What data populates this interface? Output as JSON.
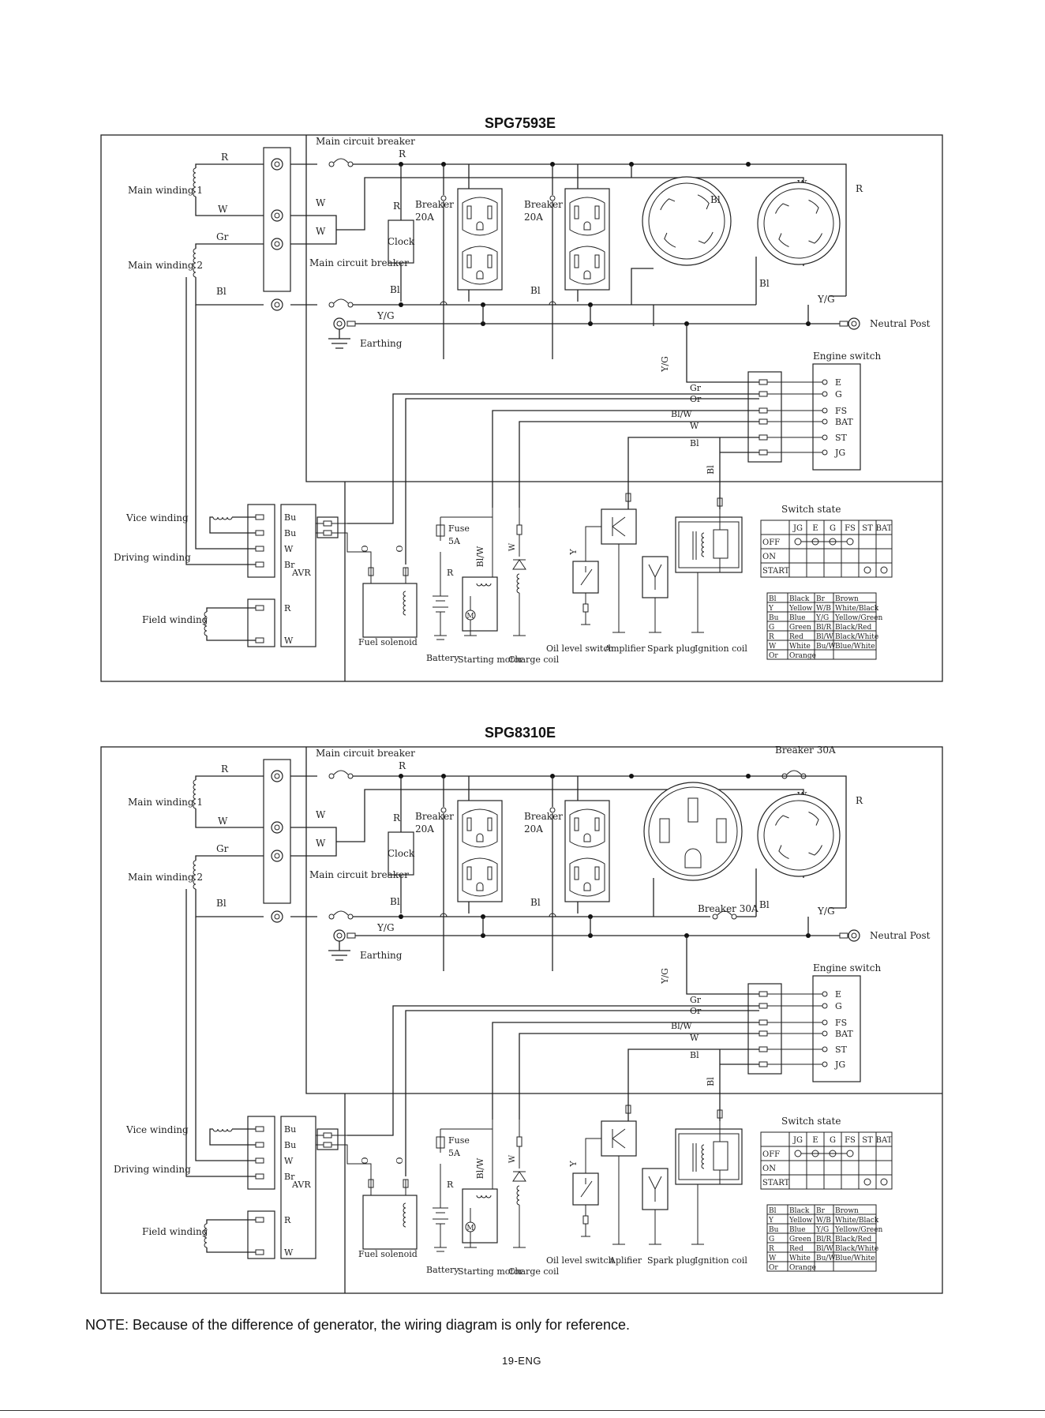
{
  "page": {
    "note": "NOTE: Because of the difference of generator, the wiring diagram is only for reference.",
    "page_number": "19-ENG"
  },
  "labels": {
    "main_winding_1": "Main winding 1",
    "main_winding_2": "Main winding 2",
    "main_circuit_breaker": "Main circuit breaker",
    "clock": "Clock",
    "breaker_20a_1": "Breaker",
    "breaker_20a_2": "Breaker",
    "amp_20a": "20A",
    "earthing": "Earthing",
    "neutral_post": "Neutral Post",
    "engine_switch": "Engine switch",
    "vice_winding": "Vice winding",
    "driving_winding": "Driving winding",
    "field_winding": "Field winding",
    "avr": "AVR",
    "fuse": "Fuse",
    "fuse_amp": "5A",
    "fuel_solenoid": "Fuel solenoid",
    "battery": "Battery",
    "starting_motor": "Starting motor",
    "charge_coil": "Charge coil",
    "oil_level_switch": "Oil level switch",
    "amplifier": "Amplifier",
    "aplifier": "Aplifier",
    "spark_plug": "Spark plug",
    "ignition_coil": "Ignition coil",
    "switch_state": "Switch state",
    "breaker_30a": "Breaker 30A"
  },
  "wire_codes": {
    "R": "R",
    "W": "W",
    "Gr": "Gr",
    "Bl": "Bl",
    "YG": "Y/G",
    "Or": "Or",
    "BlW": "Bl/W",
    "Bu": "Bu",
    "Br": "Br",
    "O": "O",
    "Y": "Y",
    "M": "M"
  },
  "switch_terminals": [
    "E",
    "G",
    "FS",
    "BAT",
    "ST",
    "JG"
  ],
  "switch_state_table": {
    "headers": [
      "",
      "JG",
      "E",
      "G",
      "FS",
      "ST",
      "BAT"
    ],
    "rows": [
      "OFF",
      "ON",
      "START"
    ]
  },
  "color_legend": [
    [
      "Bl",
      "Black",
      "Br",
      "Brown"
    ],
    [
      "Y",
      "Yellow",
      "W/B",
      "White/Black"
    ],
    [
      "Bu",
      "Blue",
      "Y/G",
      "Yellow/Green"
    ],
    [
      "G",
      "Green",
      "Bl/R",
      "Black/Red"
    ],
    [
      "R",
      "Red",
      "Bl/W",
      "Black/White"
    ],
    [
      "W",
      "White",
      "Bu/W",
      "Blue/White"
    ],
    [
      "Or",
      "Orange",
      "",
      ""
    ]
  ],
  "diagrams": [
    {
      "model": "SPG7593E",
      "variant": "twist"
    },
    {
      "model": "SPG8310E",
      "variant": "14-50"
    }
  ]
}
